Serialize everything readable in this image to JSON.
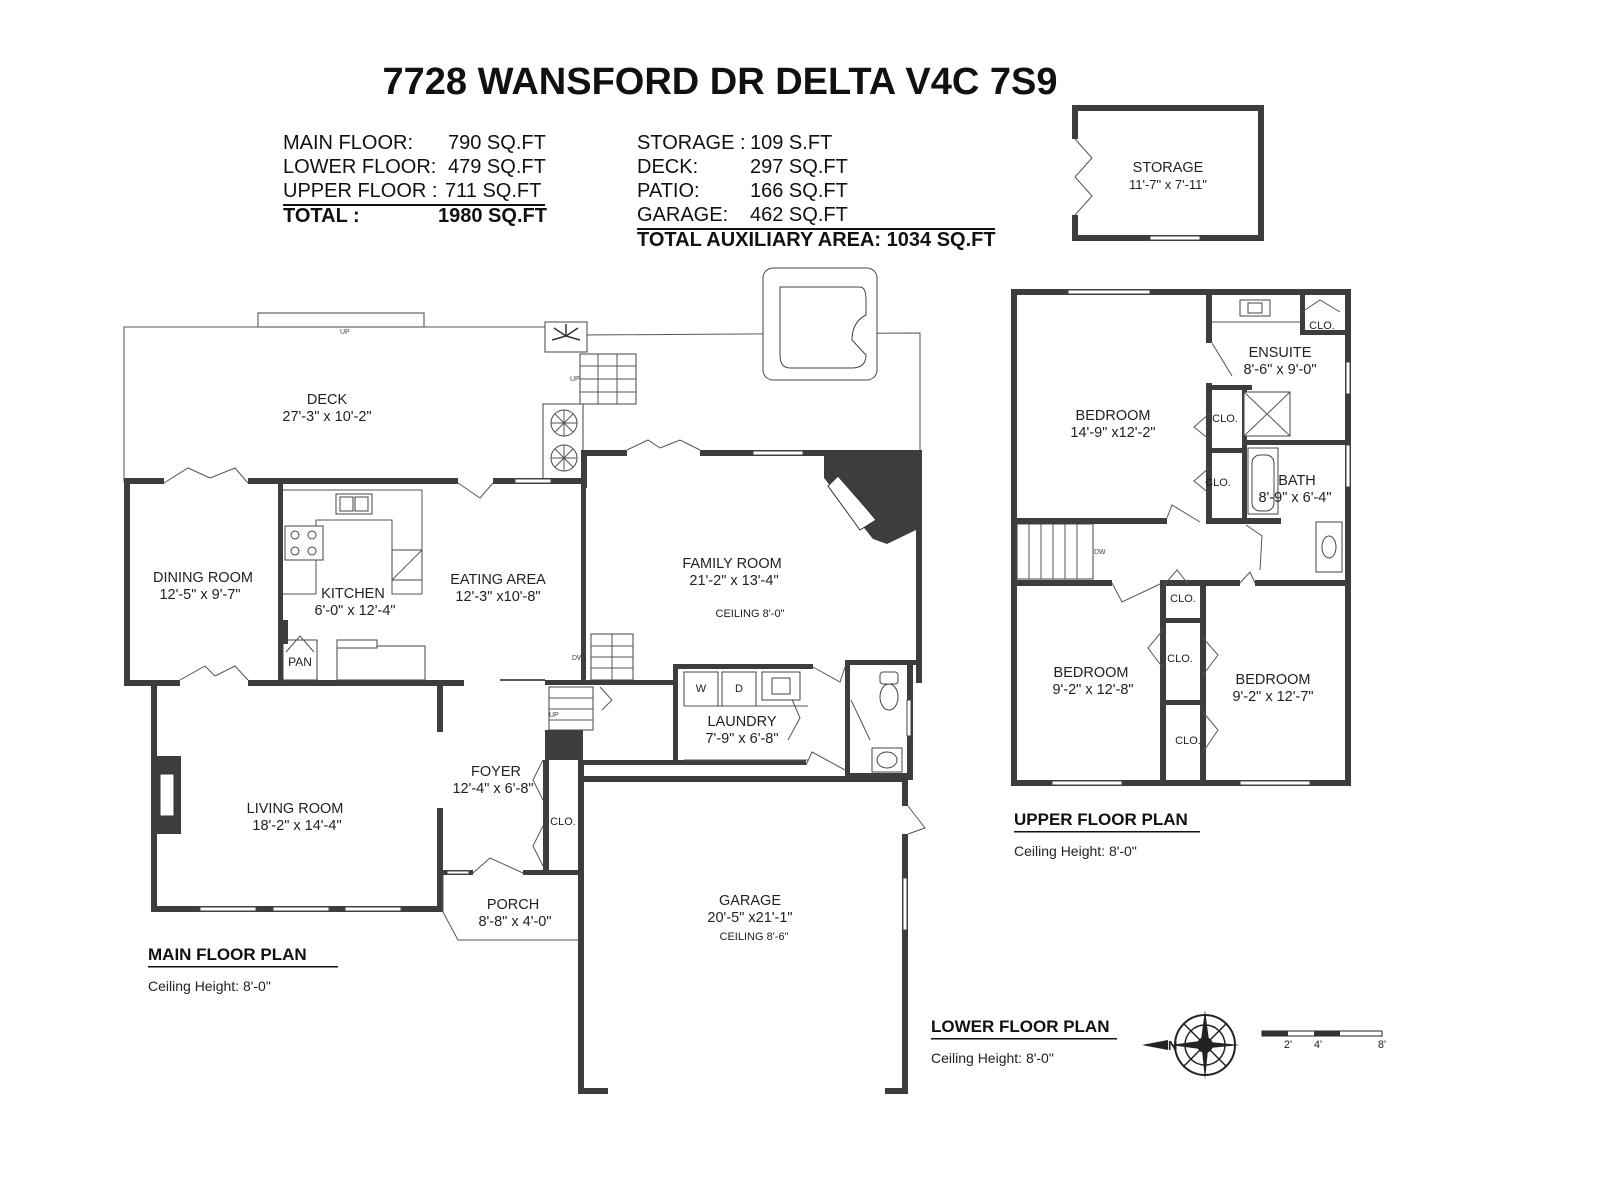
{
  "title": "7728 WANSFORD DR DELTA V4C 7S9",
  "areas_left": [
    {
      "label": "MAIN FLOOR:",
      "value": "790 SQ.FT"
    },
    {
      "label": "LOWER FLOOR:",
      "value": "479 SQ.FT"
    },
    {
      "label": "UPPER FLOOR :",
      "value": "711 SQ.FT"
    }
  ],
  "total": {
    "label": "TOTAL :",
    "value": "1980 SQ.FT"
  },
  "areas_right": [
    {
      "label": "STORAGE :",
      "value": "109 S.FT"
    },
    {
      "label": "DECK:",
      "value": "297 SQ.FT"
    },
    {
      "label": "PATIO:",
      "value": "166 SQ.FT"
    },
    {
      "label": "GARAGE:",
      "value": "462 SQ.FT"
    }
  ],
  "total_aux": "TOTAL AUXILIARY AREA: 1034 SQ.FT",
  "storage_box": {
    "name": "STORAGE",
    "dims": "11'-7\" x 7'-11\""
  },
  "main_rooms": {
    "deck": {
      "name": "DECK",
      "dims": "27'-3\" x 10'-2\""
    },
    "dining": {
      "name": "DINING ROOM",
      "dims": "12'-5\" x 9'-7\""
    },
    "kitchen": {
      "name": "KITCHEN",
      "dims": "6'-0\" x 12'-4\""
    },
    "eating": {
      "name": "EATING AREA",
      "dims": "12'-3\" x10'-8\""
    },
    "family": {
      "name": "FAMILY ROOM",
      "dims": "21'-2\" x 13'-4\"",
      "ceiling": "CEILING 8'-0\""
    },
    "laundry": {
      "name": "LAUNDRY",
      "dims": "7'-9\" x 6'-8\""
    },
    "foyer": {
      "name": "FOYER",
      "dims": "12'-4\" x 6'-8\""
    },
    "living": {
      "name": "LIVING ROOM",
      "dims": "18'-2\" x 14'-4\""
    },
    "porch": {
      "name": "PORCH",
      "dims": "8'-8\" x 4'-0\""
    },
    "garage": {
      "name": "GARAGE",
      "dims": "20'-5\" x21'-1\"",
      "ceiling": "CEILING 8'-6\""
    }
  },
  "main_small": {
    "pan": "PAN",
    "clo": "CLO.",
    "w": "W",
    "d": "D",
    "up1": "UP",
    "up2": "UP",
    "up3": "UP",
    "dw": "DW"
  },
  "upper_rooms": {
    "bed1": {
      "name": "BEDROOM",
      "dims": "14'-9\" x12'-2\""
    },
    "ensuite": {
      "name": "ENSUITE",
      "dims": "8'-6\" x 9'-0\""
    },
    "bath": {
      "name": "BATH",
      "dims": "8'-9\" x 6'-4\""
    },
    "bed2": {
      "name": "BEDROOM",
      "dims": "9'-2\" x 12'-8\""
    },
    "bed3": {
      "name": "BEDROOM",
      "dims": "9'-2\" x 12'-7\""
    }
  },
  "upper_small": {
    "clo1": "CLO.",
    "clo2": "CLO.",
    "clo3": "CLO.",
    "clo4": "CLO.",
    "clo5": "CLO.",
    "clo6": "CLO.",
    "dw": "DW"
  },
  "plan_labels": {
    "main": {
      "title": "MAIN FLOOR PLAN",
      "note": "Ceiling Height: 8'-0\""
    },
    "upper": {
      "title": "UPPER FLOOR PLAN",
      "note": "Ceiling Height: 8'-0\""
    },
    "lower": {
      "title": "LOWER FLOOR PLAN",
      "note": "Ceiling Height: 8'-0\""
    }
  },
  "compass": {
    "north": "N"
  },
  "scale": {
    "t1": "2'",
    "t2": "4'",
    "t3": "8'"
  }
}
